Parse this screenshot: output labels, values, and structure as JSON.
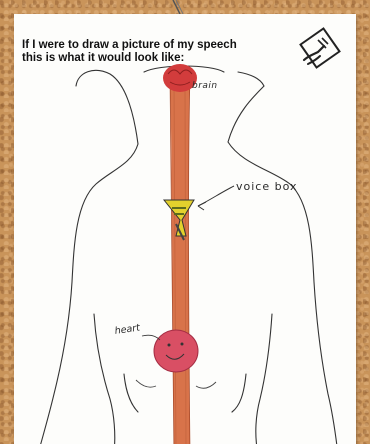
{
  "worksheet": {
    "heading_line1": "If I were to draw a picture of my speech",
    "heading_line2": "this is what it would look like:"
  },
  "drawing_labels": {
    "brain": "brain",
    "voice_box": "voice box",
    "heart": "heart"
  },
  "colors": {
    "corkboard": "#c9945a",
    "paper": "#fdfdfb",
    "brain_red": "#d23c3c",
    "tube_orange": "#d8734a",
    "voice_box_yellow": "#e3d12d",
    "heart_pink": "#d94f64",
    "pencil": "#2a2a2a"
  }
}
